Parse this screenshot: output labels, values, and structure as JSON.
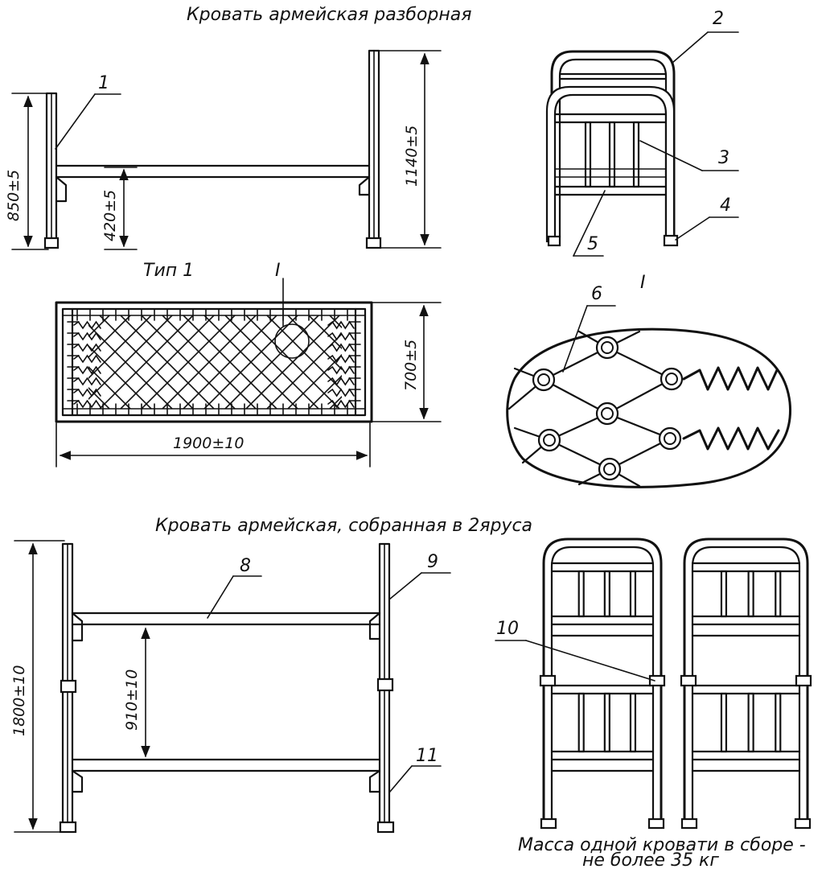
{
  "titles": {
    "bed_disassembled": "Кровать армейская разборная",
    "type_label": "Тип 1",
    "bed_two_tier": "Кровать армейская, собранная в 2яруса"
  },
  "dimensions": {
    "headboard_height": "850±5",
    "footboard_height": "1140±5",
    "frame_height": "420±5",
    "frame_width": "700±5",
    "frame_length": "1900±10",
    "bunk_height": "1800±10",
    "tier_gap": "910±10"
  },
  "callouts": {
    "n1": "1",
    "n2": "2",
    "n3": "3",
    "n4": "4",
    "n5": "5",
    "n6": "6",
    "n8": "8",
    "n9": "9",
    "n10": "10",
    "n11": "11",
    "detail_marker": "I",
    "detail_title": "I"
  },
  "note": {
    "line1": "Масса одной кровати в сборе -",
    "line2": "не более  35 кг"
  }
}
